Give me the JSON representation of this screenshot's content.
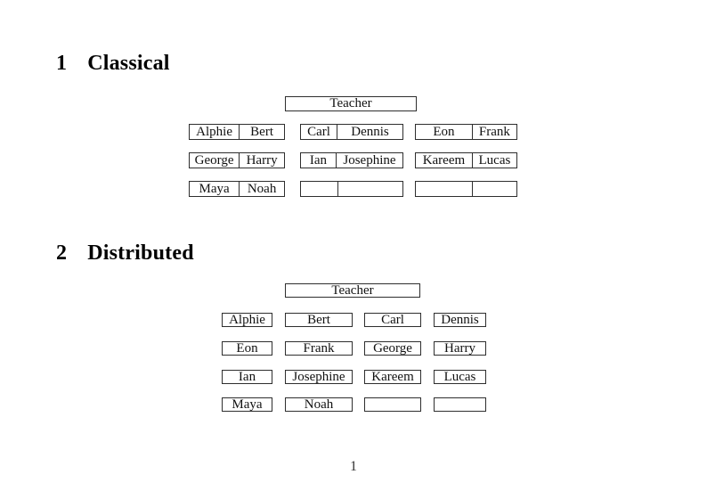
{
  "page": {
    "footer_page_number": "1"
  },
  "colors": {
    "background": "#ffffff",
    "text": "#111111",
    "box_border": "#2e2e2e"
  },
  "sections": [
    {
      "number": "1",
      "title": "Classical"
    },
    {
      "number": "2",
      "title": "Distributed"
    }
  ],
  "classical": {
    "teacher_label": "Teacher",
    "rows": [
      {
        "desks": [
          {
            "left": "Alphie",
            "right": "Bert"
          },
          {
            "left": "Carl",
            "right": "Dennis"
          },
          {
            "left": "Eon",
            "right": "Frank"
          }
        ]
      },
      {
        "desks": [
          {
            "left": "George",
            "right": "Harry"
          },
          {
            "left": "Ian",
            "right": "Josephine"
          },
          {
            "left": "Kareem",
            "right": "Lucas"
          }
        ]
      },
      {
        "desks": [
          {
            "left": "Maya",
            "right": "Noah"
          },
          {
            "left": "",
            "right": ""
          },
          {
            "left": "",
            "right": ""
          }
        ]
      }
    ]
  },
  "distributed": {
    "teacher_label": "Teacher",
    "rows": [
      [
        "Alphie",
        "Bert",
        "Carl",
        "Dennis"
      ],
      [
        "Eon",
        "Frank",
        "George",
        "Harry"
      ],
      [
        "Ian",
        "Josephine",
        "Kareem",
        "Lucas"
      ],
      [
        "Maya",
        "Noah",
        "",
        ""
      ]
    ]
  }
}
